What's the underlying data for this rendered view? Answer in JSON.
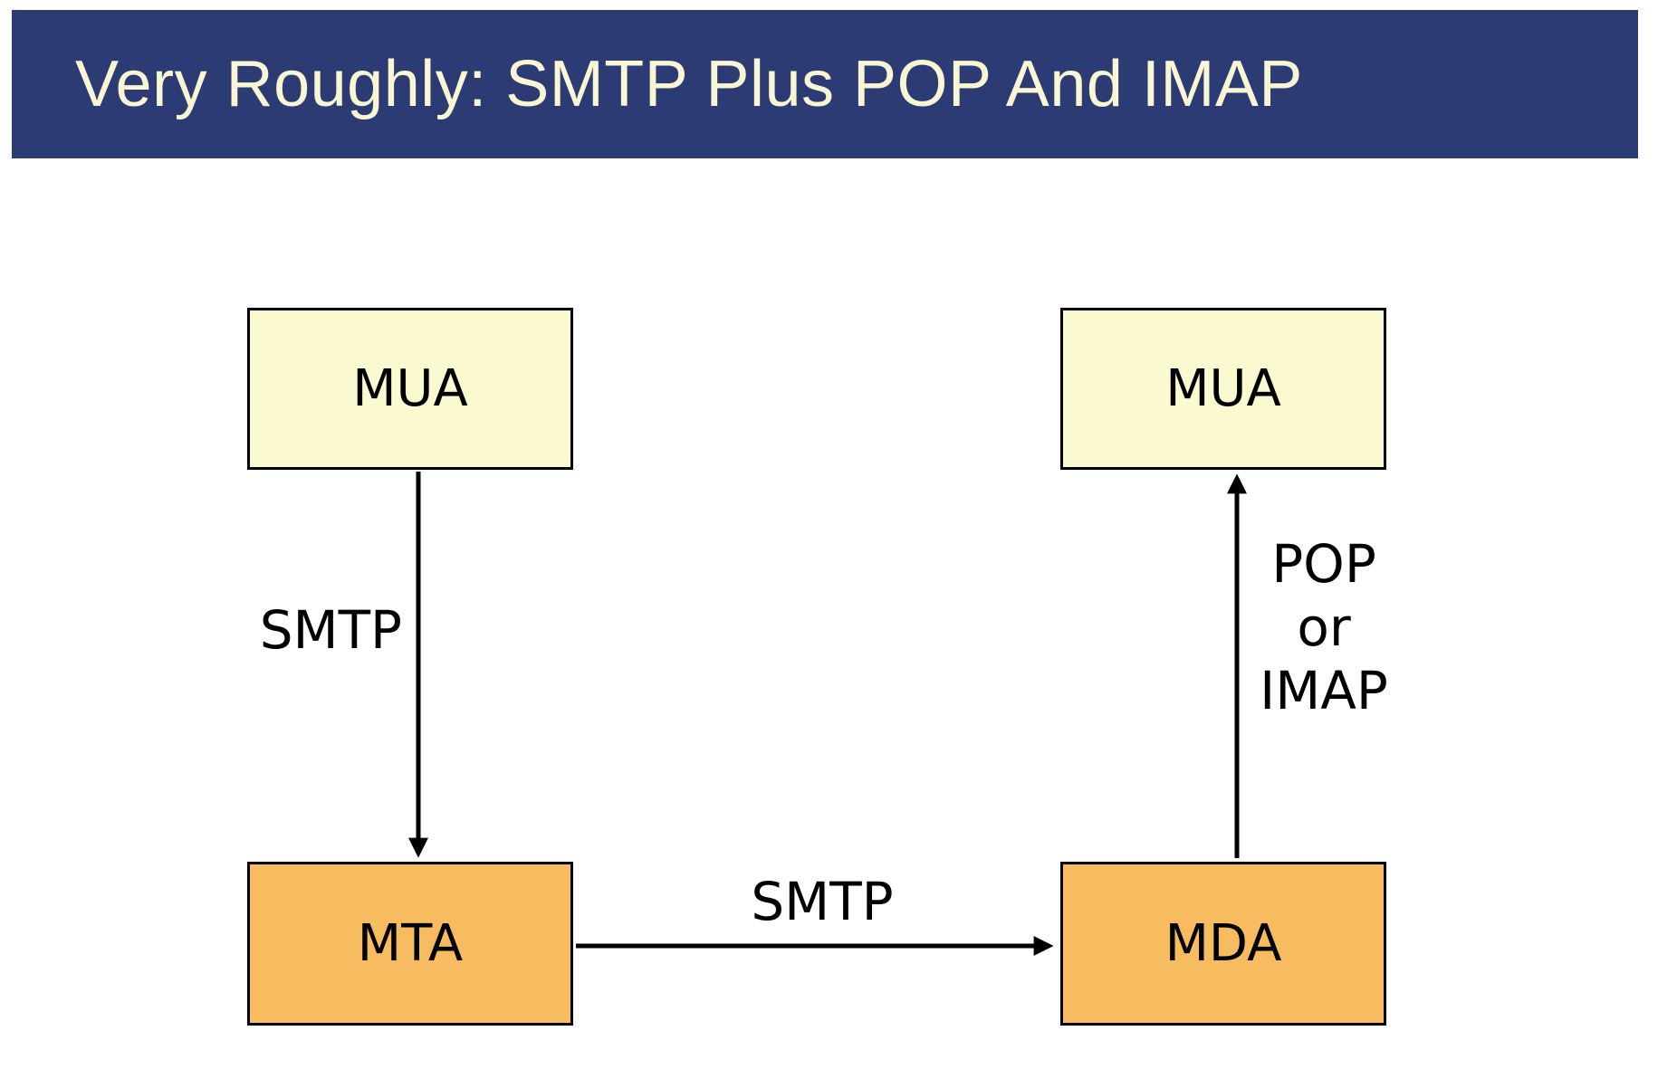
{
  "slide": {
    "title": "Very Roughly: SMTP Plus POP And IMAP"
  },
  "colors": {
    "page_bg": "#FFFFFF",
    "banner_bg": "#2C3B73",
    "banner_text": "#F9F6D3",
    "mua_fill": "#FBF9CF",
    "agent_fill": "#F7BC5F",
    "box_border": "#000000",
    "arrow": "#000000"
  },
  "diagram": {
    "nodes": [
      {
        "id": "mua-sender",
        "label": "MUA"
      },
      {
        "id": "mta",
        "label": "MTA"
      },
      {
        "id": "mda",
        "label": "MDA"
      },
      {
        "id": "mua-recipient",
        "label": "MUA"
      }
    ],
    "edges": [
      {
        "from": "mua-sender",
        "to": "mta",
        "label": "SMTP"
      },
      {
        "from": "mta",
        "to": "mda",
        "label": "SMTP"
      },
      {
        "from": "mda",
        "to": "mua-recipient",
        "label_lines": [
          "POP",
          "or",
          "IMAP"
        ]
      }
    ]
  }
}
